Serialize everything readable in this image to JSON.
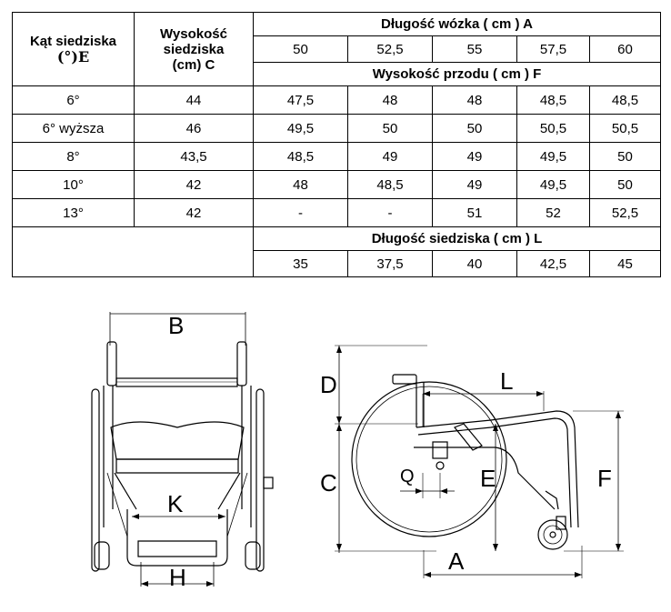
{
  "table": {
    "col1_header": "Kąt siedziska",
    "col1_symbol": "(°)E",
    "col2_header_lines": [
      "Wysokość",
      "siedziska",
      "(cm) C"
    ],
    "length_header": "Długość wózka ( cm ) A",
    "lengths": [
      "50",
      "52,5",
      "55",
      "57,5",
      "60"
    ],
    "front_height_header": "Wysokość przodu ( cm ) F",
    "rows": [
      {
        "angle": "6°",
        "height": "44",
        "values": [
          "47,5",
          "48",
          "48",
          "48,5",
          "48,5"
        ]
      },
      {
        "angle": "6° wyższa",
        "height": "46",
        "values": [
          "49,5",
          "50",
          "50",
          "50,5",
          "50,5"
        ]
      },
      {
        "angle": "8°",
        "height": "43,5",
        "values": [
          "48,5",
          "49",
          "49",
          "49,5",
          "50"
        ]
      },
      {
        "angle": "10°",
        "height": "42",
        "values": [
          "48",
          "48,5",
          "49",
          "49,5",
          "50"
        ]
      },
      {
        "angle": "13°",
        "height": "42",
        "values": [
          "-",
          "-",
          "51",
          "52",
          "52,5"
        ]
      }
    ],
    "seat_length_header": "Długość siedziska ( cm ) L",
    "seat_lengths": [
      "35",
      "37,5",
      "40",
      "42,5",
      "45"
    ]
  },
  "front_view": {
    "labels": {
      "b": "B",
      "k": "K",
      "h": "H"
    }
  },
  "side_view": {
    "labels": {
      "d": "D",
      "c": "C",
      "l": "L",
      "q": "Q",
      "e": "E",
      "f": "F",
      "a": "A"
    }
  }
}
